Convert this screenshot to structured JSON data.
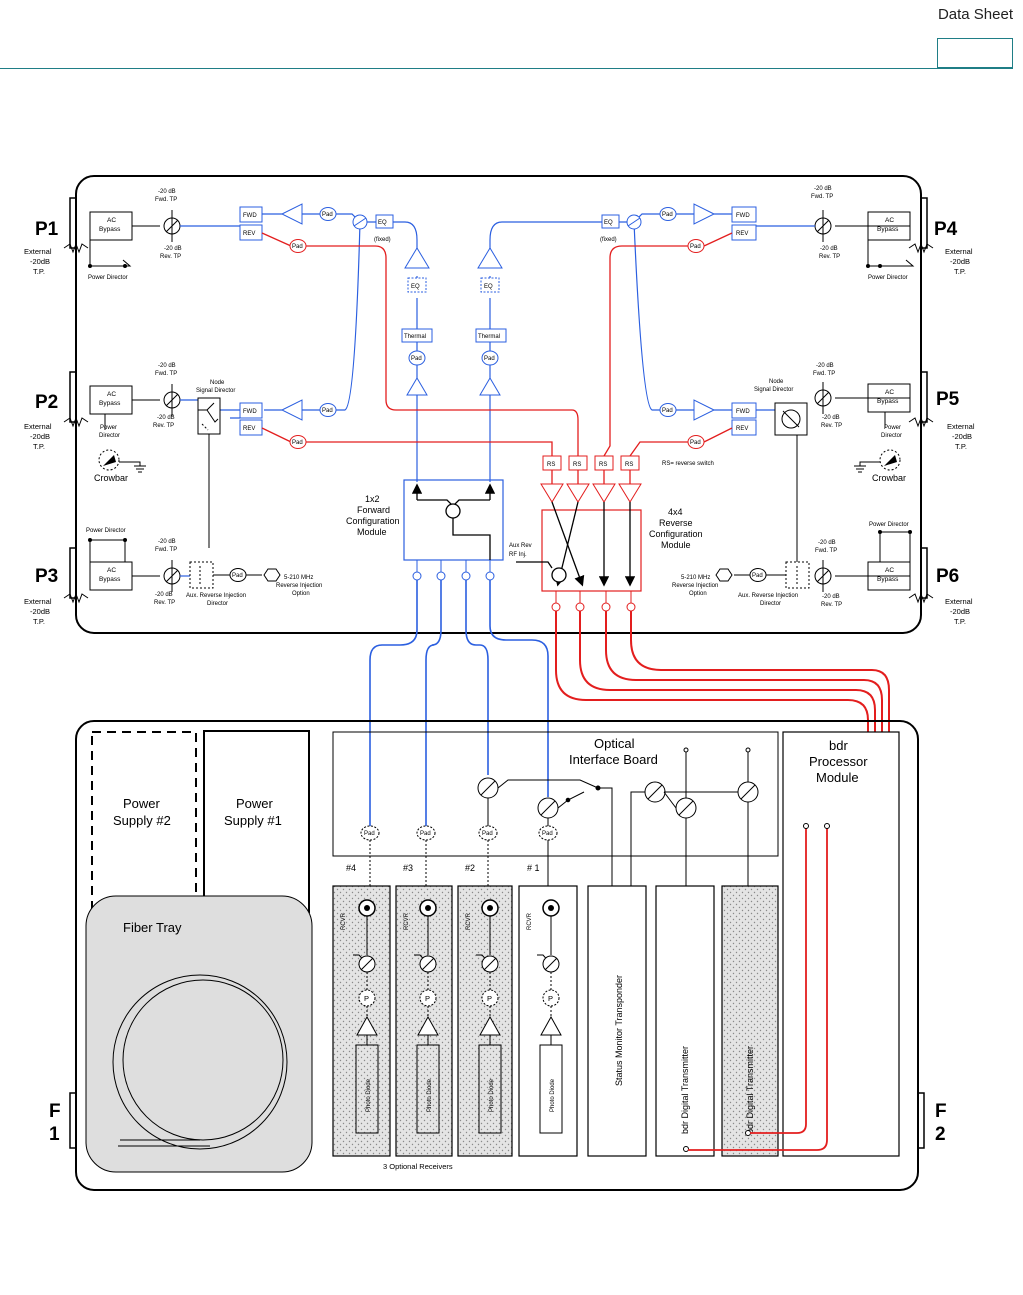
{
  "header": {
    "title": "Data Sheet"
  },
  "colors": {
    "forward": "#2b5fe0",
    "reverse": "#e31e1e",
    "frame": "#000000",
    "rule": "#1f7e86",
    "tray": "#dedede"
  },
  "ports": {
    "p1": "P1",
    "p2": "P2",
    "p3": "P3",
    "p4": "P4",
    "p5": "P5",
    "p6": "P6",
    "f1": "F\n1",
    "f1a": "F",
    "f1b": "1",
    "f2a": "F",
    "f2b": "2"
  },
  "labels": {
    "ac": "AC",
    "bypass": "Bypass",
    "external": "External",
    "minus20db": "-20dB",
    "tp": "T.P.",
    "power_director": "Power Director",
    "power": "Power",
    "director": "Director",
    "fwd_tp_a": "-20 dB",
    "fwd_tp_b": "Fwd. TP",
    "rev_tp_a": "-20 dB",
    "rev_tp_b": "Rev. TP",
    "fwd": "FWD",
    "rev": "REV",
    "pad": "Pad",
    "eq": "EQ",
    "fixed": "(fixed)",
    "thermal": "Thermal",
    "node_a": "Node",
    "node_b": "Signal Director",
    "crowbar": "Crowbar",
    "aux_rev_a": "Aux. Reverse Injection",
    "aux_rev_b": "Director",
    "rev_inj_a": "5-210 MHz",
    "rev_inj_b": "Reverse Injection",
    "rev_inj_c": "Option",
    "fwd_cfg_a": "1x2",
    "fwd_cfg_b": "Forward",
    "fwd_cfg_c": "Configuration",
    "fwd_cfg_d": "Module",
    "rev_cfg_a": "4x4",
    "rev_cfg_b": "Reverse",
    "rev_cfg_c": "Configuration",
    "rev_cfg_d": "Module",
    "aux_rf_a": "Aux Rev",
    "aux_rf_b": "RF Inj.",
    "rs": "RS",
    "rs_note": "RS= reverse switch",
    "ps2_a": "Power",
    "ps2_b": "Supply #2",
    "ps1_a": "Power",
    "ps1_b": "Supply #1",
    "fiber_tray": "Fiber Tray",
    "oib_a": "Optical",
    "oib_b": "Interface Board",
    "bdr_a": "bdr",
    "bdr_b": "Processor",
    "bdr_c": "Module",
    "rx4": "#4",
    "rx3": "#3",
    "rx2": "#2",
    "rx1": "# 1",
    "rcvr": "RCVR",
    "photo_diode": "Photo Diode",
    "p": "P",
    "status_monitor": "Status Monitor Transponder",
    "bdr_tx": "bdr Digital Transmitter",
    "optional_receivers": "3 Optional Receivers"
  }
}
